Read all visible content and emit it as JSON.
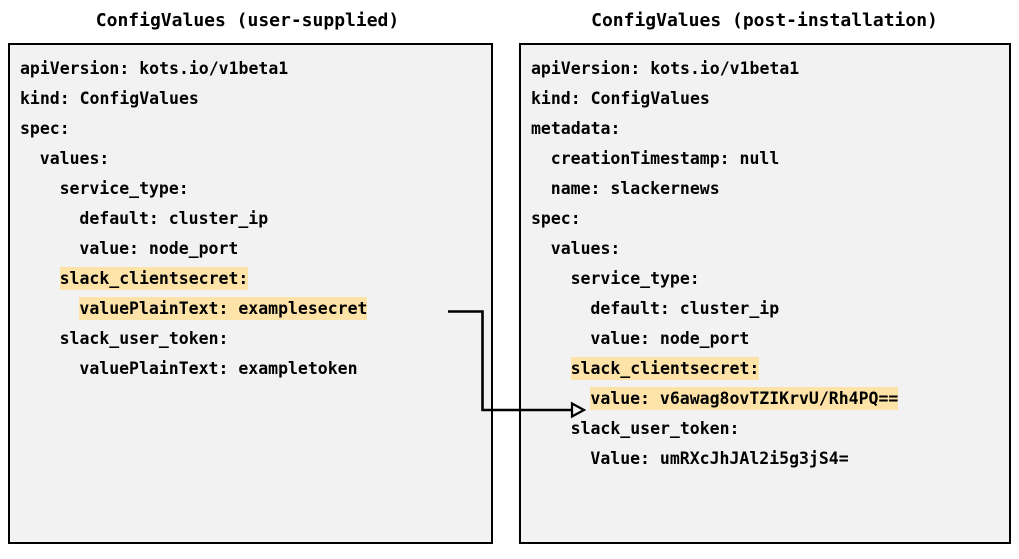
{
  "colors": {
    "highlight": "#fde3a7",
    "box_background": "#f2f2f2",
    "border": "#000000",
    "text": "#000000",
    "page_background": "#ffffff"
  },
  "panels": [
    {
      "id": "user-supplied",
      "title": "ConfigValues (user-supplied)",
      "lines": [
        {
          "indent": 0,
          "segments": [
            {
              "text": "apiVersion: kots.io/v1beta1",
              "highlight": false
            }
          ]
        },
        {
          "indent": 0,
          "segments": [
            {
              "text": "kind: ConfigValues",
              "highlight": false
            }
          ]
        },
        {
          "indent": 0,
          "segments": [
            {
              "text": "spec:",
              "highlight": false
            }
          ]
        },
        {
          "indent": 1,
          "segments": [
            {
              "text": "values:",
              "highlight": false
            }
          ]
        },
        {
          "indent": 2,
          "segments": [
            {
              "text": "service_type:",
              "highlight": false
            }
          ]
        },
        {
          "indent": 3,
          "segments": [
            {
              "text": "default: cluster_ip",
              "highlight": false
            }
          ]
        },
        {
          "indent": 3,
          "segments": [
            {
              "text": "value: node_port",
              "highlight": false
            }
          ]
        },
        {
          "indent": 2,
          "segments": [
            {
              "text": "slack_clientsecret:",
              "highlight": true
            }
          ]
        },
        {
          "indent": 3,
          "segments": [
            {
              "text": "valuePlainText: examplesecret",
              "highlight": true
            }
          ]
        },
        {
          "indent": 2,
          "segments": [
            {
              "text": "slack_user_token:",
              "highlight": false
            }
          ]
        },
        {
          "indent": 3,
          "segments": [
            {
              "text": "valuePlainText: exampletoken",
              "highlight": false
            }
          ]
        }
      ]
    },
    {
      "id": "post-installation",
      "title": "ConfigValues (post-installation)",
      "lines": [
        {
          "indent": 0,
          "segments": [
            {
              "text": "apiVersion: kots.io/v1beta1",
              "highlight": false
            }
          ]
        },
        {
          "indent": 0,
          "segments": [
            {
              "text": "kind: ConfigValues",
              "highlight": false
            }
          ]
        },
        {
          "indent": 0,
          "segments": [
            {
              "text": "metadata:",
              "highlight": false
            }
          ]
        },
        {
          "indent": 1,
          "segments": [
            {
              "text": "creationTimestamp: null",
              "highlight": false
            }
          ]
        },
        {
          "indent": 1,
          "segments": [
            {
              "text": "name: slackernews",
              "highlight": false
            }
          ]
        },
        {
          "indent": 0,
          "segments": [
            {
              "text": "spec:",
              "highlight": false
            }
          ]
        },
        {
          "indent": 1,
          "segments": [
            {
              "text": "values:",
              "highlight": false
            }
          ]
        },
        {
          "indent": 2,
          "segments": [
            {
              "text": "service_type:",
              "highlight": false
            }
          ]
        },
        {
          "indent": 3,
          "segments": [
            {
              "text": "default: cluster_ip",
              "highlight": false
            }
          ]
        },
        {
          "indent": 3,
          "segments": [
            {
              "text": "value: node_port",
              "highlight": false
            }
          ]
        },
        {
          "indent": 2,
          "segments": [
            {
              "text": "slack_clientsecret:",
              "highlight": true
            }
          ]
        },
        {
          "indent": 3,
          "segments": [
            {
              "text": "value: v6awag8ovTZIKrvU/Rh4PQ==",
              "highlight": true
            }
          ]
        },
        {
          "indent": 2,
          "segments": [
            {
              "text": "slack_user_token:",
              "highlight": false
            }
          ]
        },
        {
          "indent": 3,
          "segments": [
            {
              "text": "Value: umRXcJhJAl2i5g3jS4=",
              "highlight": false
            }
          ]
        }
      ]
    }
  ],
  "connector": {
    "name": "encryption-flow-arrow",
    "from_label": "valuePlainText: examplesecret",
    "to_label": "value: v6awag8ovTZIKrvU/Rh4PQ==",
    "arrowhead": "open-triangle"
  }
}
